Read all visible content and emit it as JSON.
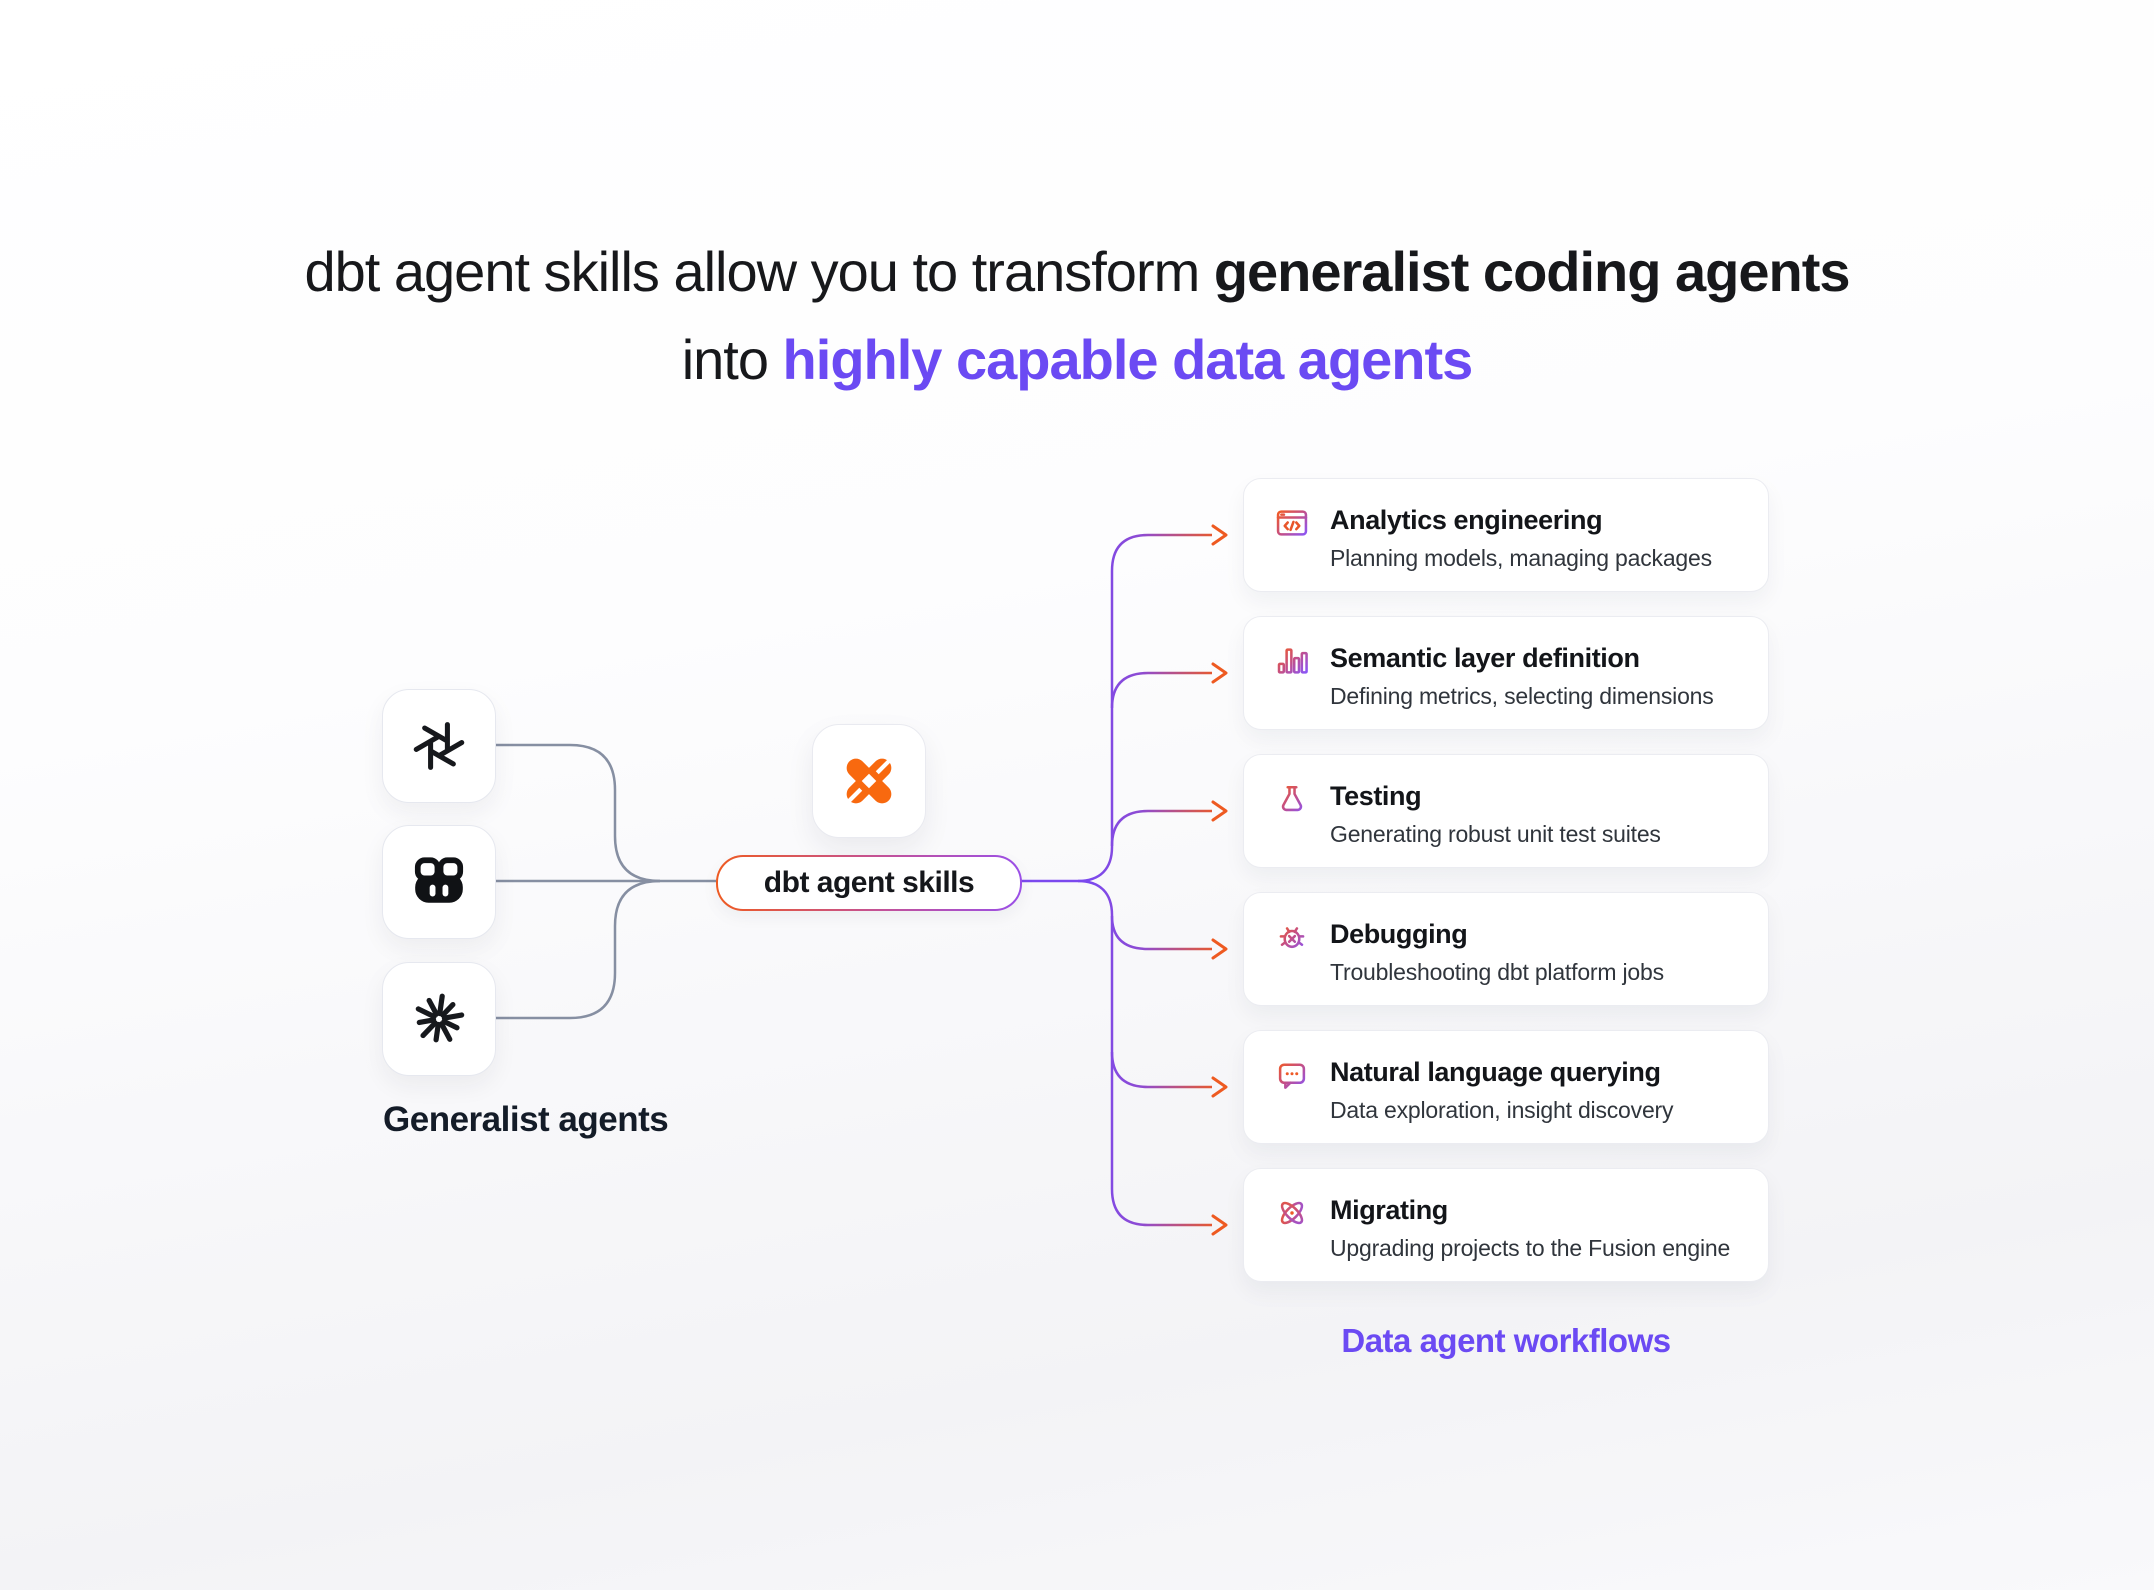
{
  "title": {
    "line1_regular": "dbt agent skills allow you to transform ",
    "line1_bold": "generalist coding agents",
    "line2_regular": "into ",
    "line2_accent": "highly capable data agents"
  },
  "generalist": {
    "label": "Generalist agents",
    "agents": [
      {
        "icon": "openai-logo-icon"
      },
      {
        "icon": "github-copilot-logo-icon"
      },
      {
        "icon": "claude-logo-icon"
      }
    ]
  },
  "hub": {
    "logo": "dbt-logo-icon",
    "pill_label": "dbt agent skills"
  },
  "workflows": {
    "label": "Data agent workflows",
    "cards": [
      {
        "icon": "code-window-icon",
        "title": "Analytics engineering",
        "subtitle": "Planning models, managing packages"
      },
      {
        "icon": "bar-chart-icon",
        "title": "Semantic layer definition",
        "subtitle": "Defining metrics, selecting dimensions"
      },
      {
        "icon": "flask-icon",
        "title": "Testing",
        "subtitle": "Generating robust unit test suites"
      },
      {
        "icon": "bug-icon",
        "title": "Debugging",
        "subtitle": "Troubleshooting dbt platform jobs"
      },
      {
        "icon": "chat-bubble-icon",
        "title": "Natural language querying",
        "subtitle": "Data exploration, insight discovery"
      },
      {
        "icon": "atom-icon",
        "title": "Migrating",
        "subtitle": "Upgrading projects to the Fusion engine"
      }
    ]
  },
  "colors": {
    "accent_purple": "#6b4af3",
    "line_purple": "#7b49ee",
    "line_orange": "#ee5a21",
    "dbt_orange": "#f8690f",
    "gray_wire": "#868fa2",
    "text_dark": "#17181b",
    "subtitle_gray": "#30353c"
  }
}
